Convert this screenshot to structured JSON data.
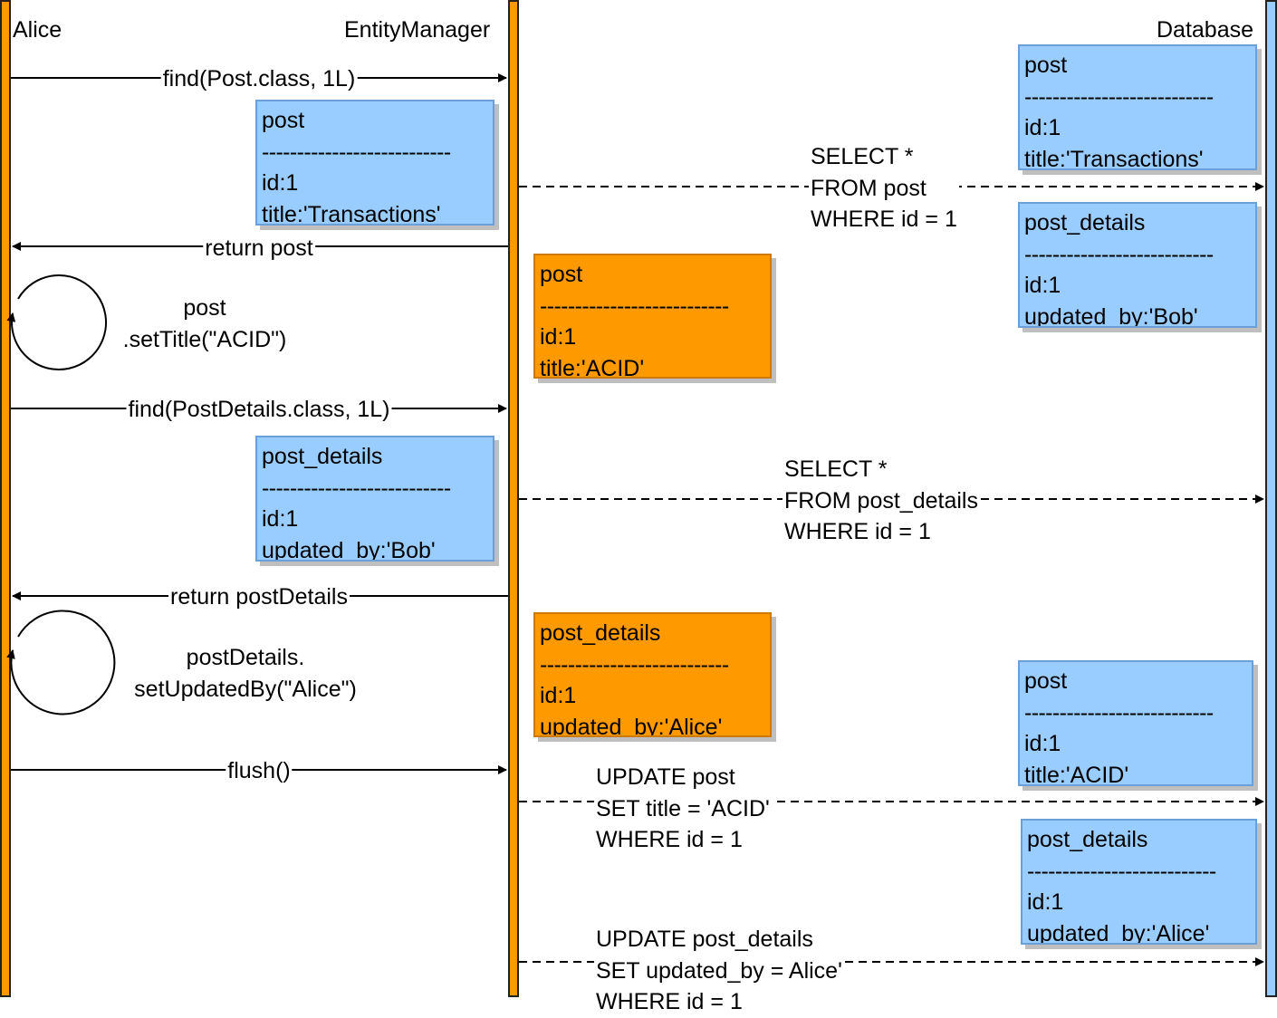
{
  "actors": {
    "alice": "Alice",
    "entity_manager": "EntityManager",
    "database": "Database"
  },
  "colors": {
    "lifeline_orange": "#ff9900",
    "lifeline_blue": "#99ccff",
    "box_blue": "#99ccff",
    "box_orange": "#ff9900"
  },
  "separator": "---------------------------",
  "messages": {
    "find_post": "find(Post.class, 1L)",
    "return_post": "return post",
    "set_title": "post\n.setTitle(\"ACID\")",
    "find_post_details": "find(PostDetails.class, 1L)",
    "return_post_details": "return postDetails",
    "set_updated_by": "postDetails.\nsetUpdatedBy(\"Alice\")",
    "flush": "flush()",
    "select_post": "SELECT *\nFROM post\nWHERE id = 1",
    "select_post_details": "SELECT *\nFROM post_details\nWHERE id = 1",
    "update_post": "UPDATE post\nSET title = 'ACID'\nWHERE id = 1",
    "update_post_details": "UPDATE post_details\nSET updated_by = Alice'\nWHERE id = 1"
  },
  "boxes": {
    "em_post": {
      "title": "post",
      "line1": "id:1",
      "line2": "title:'Transactions'"
    },
    "em_post_modified": {
      "title": "post",
      "line1": "id:1",
      "line2": "title:'ACID'"
    },
    "em_post_details": {
      "title": "post_details",
      "line1": "id:1",
      "line2": "updated_by:'Bob'"
    },
    "em_post_details_modified": {
      "title": "post_details",
      "line1": "id:1",
      "line2": "updated_by:'Alice'"
    },
    "db_post": {
      "title": "post",
      "line1": "id:1",
      "line2": "title:'Transactions'"
    },
    "db_post_details": {
      "title": "post_details",
      "line1": "id:1",
      "line2": "updated_by:'Bob'"
    },
    "db_post_updated": {
      "title": "post",
      "line1": "id:1",
      "line2": "title:'ACID'"
    },
    "db_post_details_updated": {
      "title": "post_details",
      "line1": "id:1",
      "line2": "updated_by:'Alice'"
    }
  }
}
